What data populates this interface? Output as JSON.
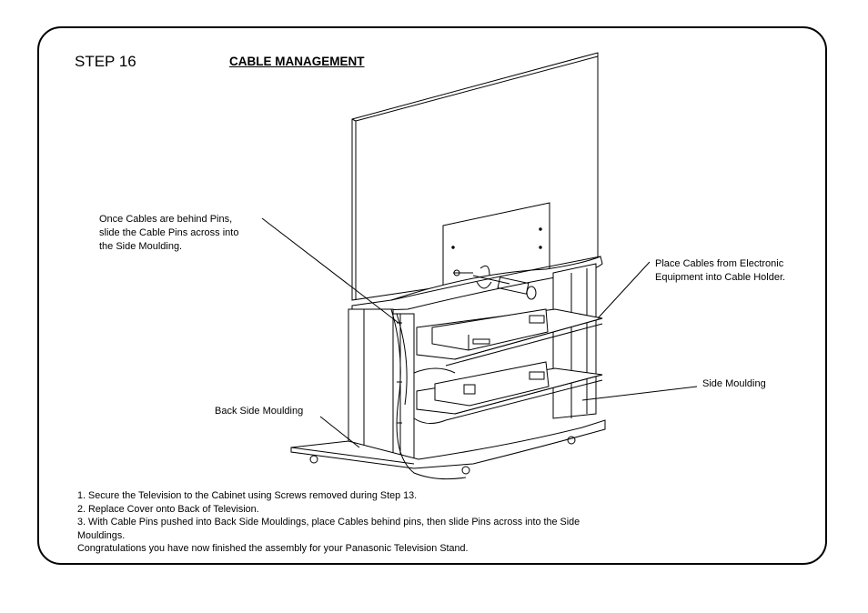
{
  "header": {
    "step": "STEP 16",
    "title": "CABLE MANAGEMENT"
  },
  "callouts": {
    "cable_pins": [
      "Once Cables are behind Pins,",
      "slide the Cable Pins across into",
      "the Side Moulding."
    ],
    "cable_holder": [
      "Place Cables from Electronic",
      "Equipment into Cable Holder."
    ],
    "side_moulding": "Side Moulding",
    "back_side_moulding": "Back Side Moulding"
  },
  "instructions": [
    "1. Secure the Television to the Cabinet using Screws removed during Step 13.",
    "2. Replace Cover onto Back of Television.",
    "3. With Cable Pins pushed into Back Side Mouldings, place Cables behind pins, then slide Pins across into the Side",
    "Mouldings.",
    "Congratulations you have now finished the assembly for your Panasonic Television Stand."
  ]
}
